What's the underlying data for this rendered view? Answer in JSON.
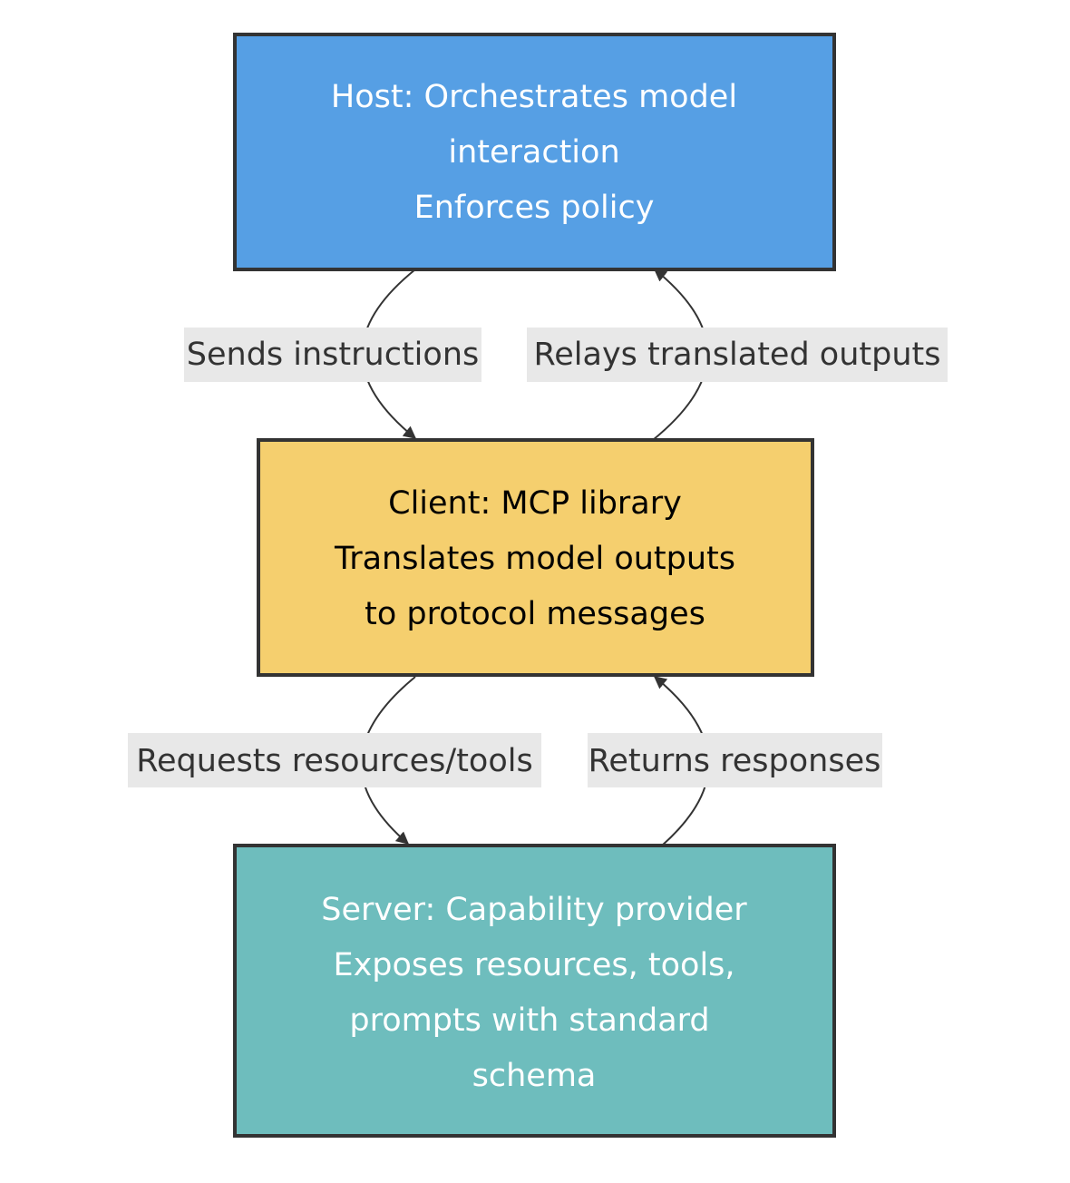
{
  "nodes": {
    "host": {
      "lines": [
        "Host: Orchestrates model",
        "interaction",
        "Enforces policy"
      ],
      "fill": "#569fe4",
      "text_color": "#ffffff"
    },
    "client": {
      "lines": [
        "Client: MCP library",
        "Translates model outputs",
        "to protocol messages"
      ],
      "fill": "#f5cf6e",
      "text_color": "#000000"
    },
    "server": {
      "lines": [
        "Server: Capability provider",
        "Exposes resources, tools,",
        "prompts with standard",
        "schema"
      ],
      "fill": "#6ebdbd",
      "text_color": "#ffffff"
    }
  },
  "edges": {
    "host_to_client": {
      "label": "Sends instructions"
    },
    "client_to_host": {
      "label": "Relays translated outputs"
    },
    "client_to_server": {
      "label": "Requests resources/tools"
    },
    "server_to_client": {
      "label": "Returns responses"
    }
  },
  "colors": {
    "border": "#333333",
    "edge": "#333333",
    "label_bg": "#e8e8e8"
  }
}
